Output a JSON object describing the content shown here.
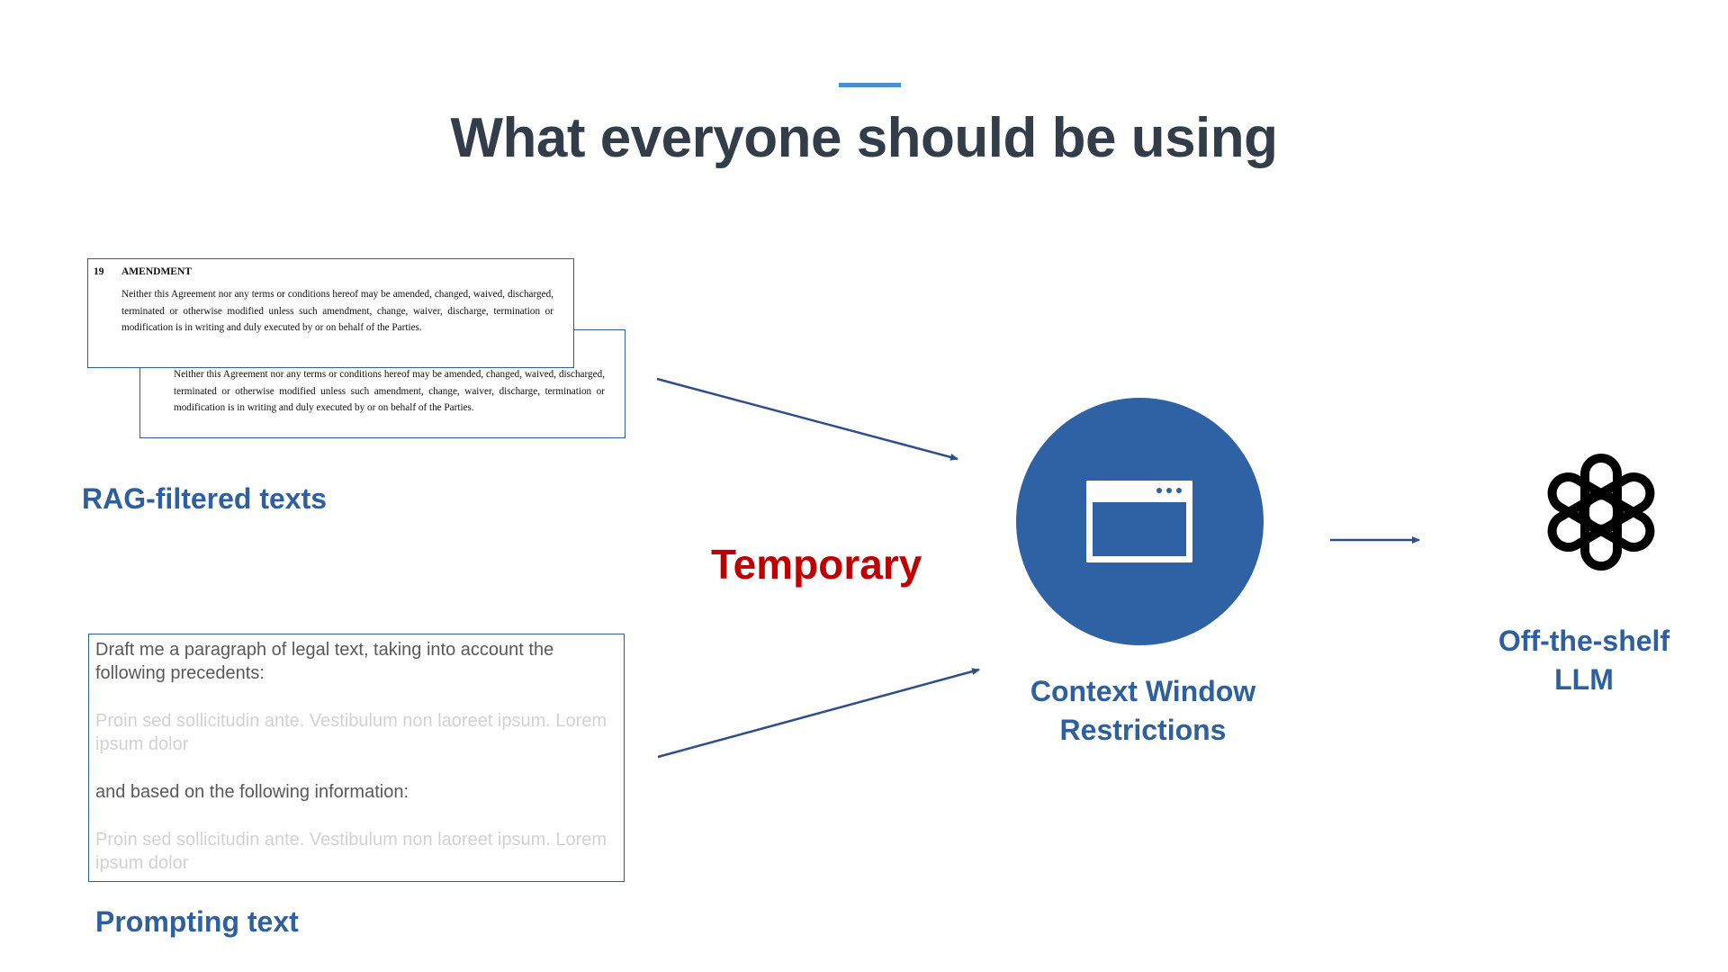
{
  "slide": {
    "title": "What everyone should be using"
  },
  "doc_front": {
    "number": "19",
    "heading": "AMENDMENT",
    "body": "Neither this Agreement nor any terms or conditions hereof may be amended, changed, waived, discharged, terminated or otherwise modified unless such amendment, change, waiver, discharge, termination or modification is in writing and duly executed by or on behalf of the Parties."
  },
  "doc_back": {
    "body": "Neither this Agreement nor any terms or conditions hereof may be amended, changed, waived, discharged, terminated or otherwise modified unless such amendment, change, waiver, discharge, termination or modification is in writing and duly executed by or on behalf of the Parties."
  },
  "labels": {
    "rag": "RAG-filtered texts",
    "prompting": "Prompting text",
    "temporary": "Temporary",
    "context_line1": "Context Window",
    "context_line2": "Restrictions",
    "llm_line1": "Off-the-shelf",
    "llm_line2": "LLM"
  },
  "prompt": {
    "line1": "Draft me a paragraph of legal text, taking into account the following precedents:",
    "placeholder1": "Proin sed sollicitudin ante. Vestibulum non laoreet ipsum. Lorem ipsum dolor",
    "line2": "and based on the following information:",
    "placeholder2": "Proin sed sollicitudin ante. Vestibulum non laoreet ipsum. Lorem ipsum dolor"
  },
  "icons": {
    "context": "browser-window-icon",
    "llm": "openai-logo-icon"
  },
  "colors": {
    "title": "#333d4a",
    "accent": "#4a90d0",
    "label_blue": "#2e5f9e",
    "temporary_red": "#c00000",
    "circle_blue": "#2f62a5",
    "arrow_blue": "#2f4f8c"
  }
}
